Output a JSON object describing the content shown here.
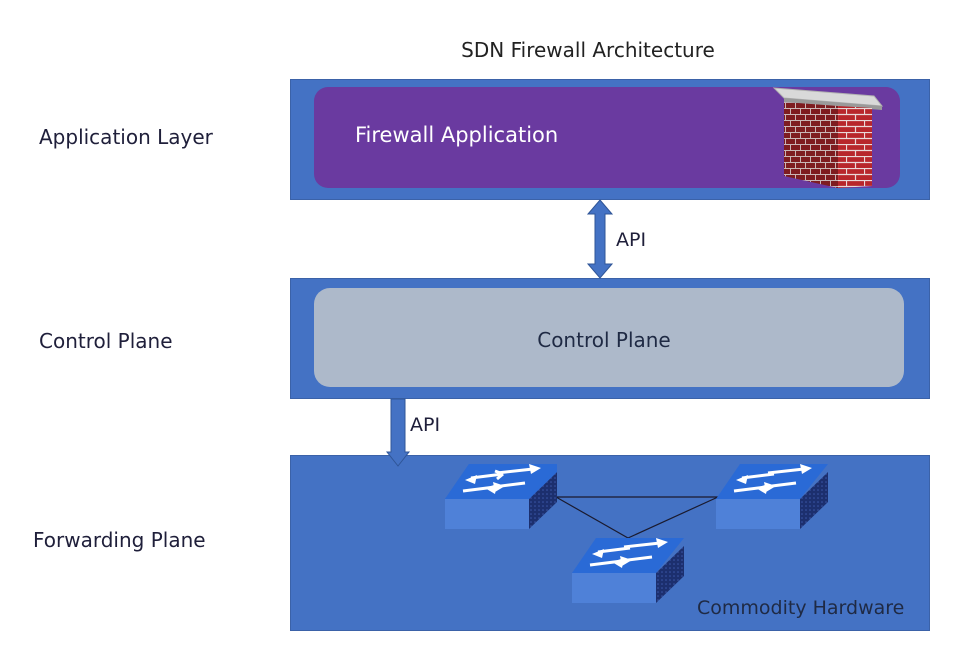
{
  "title": "SDN Firewall Architecture",
  "layers": {
    "application": {
      "side_label": "Application Layer",
      "app_label": "Firewall Application"
    },
    "control": {
      "side_label": "Control Plane",
      "inner_label": "Control Plane"
    },
    "forwarding": {
      "side_label": "Forwarding Plane",
      "hardware_label": "Commodity Hardware"
    }
  },
  "connectors": {
    "top_api_label": "API",
    "bottom_api_label": "API"
  },
  "icons": {
    "firewall": "brick-wall-icon",
    "switch": "network-switch-icon"
  },
  "colors": {
    "layer_blue": "#4472c4",
    "firewall_purple": "#6a3aa0",
    "control_gray": "#adb9ca"
  }
}
